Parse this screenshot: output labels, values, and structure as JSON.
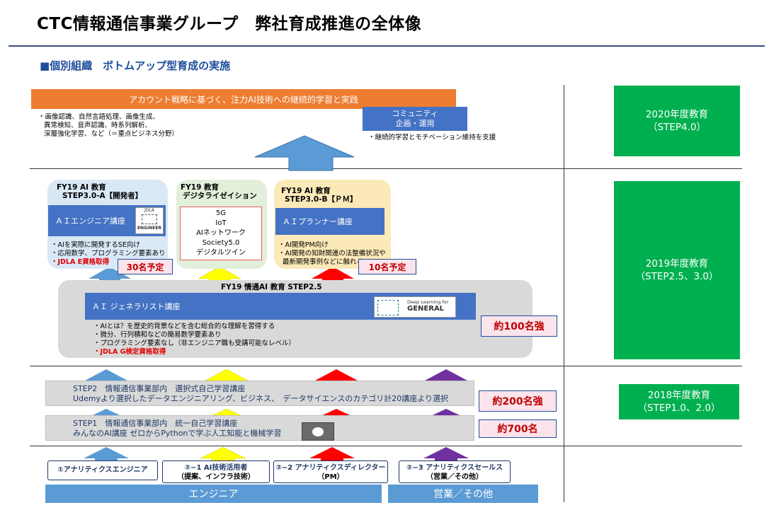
{
  "header": {
    "title": "CTC情報通信事業グループ　弊社育成推進の全体像",
    "subtitle": "■個別組織　ボトムアップ型育成の実施"
  },
  "top": {
    "orange_bar": "アカウント戦略に基づく、注力AI技術への継続的学習と実践",
    "bullets": [
      "・画像認識、自然言語処理、画像生成、",
      "異常検知、音声認識、時系列解析、",
      "深層強化学習、など（＝重点ビジネス分野）"
    ],
    "community_line1": "コミュニティ",
    "community_line2": "企画・運用",
    "community_note": "・継続的学習とモチベーション維持を支援"
  },
  "step3a": {
    "head1": "FY19 AI 教育",
    "head2": "STEP3.0-A【開発者】",
    "course": "ＡＩエンジニア講座",
    "logo_line1": "JDLA",
    "logo_line2": "ENGINEER",
    "bullet1": "・AIを実際に開発するSE向け",
    "bullet2": "・応用数学、プログラミング要素あり",
    "bullet3": "・JDLA E資格取得",
    "count": "30名予定"
  },
  "digital": {
    "head1": "FY19 教育",
    "head2": "デジタライゼイション",
    "items": [
      "5G",
      "IoT",
      "AIネットワーク",
      "Society5.0",
      "デジタルツイン"
    ]
  },
  "step3b": {
    "head1": "FY19 AI 教育",
    "head2": "STEP3.0-B【ＰＭ】",
    "course": "ＡＩプランナー講座",
    "bullet1": "・AI開発PM向け",
    "bullet2": "・AI開発の知財関連の法整備状況や",
    "bullet3": "最新開発事例などに触れる",
    "count": "10名予定"
  },
  "step25": {
    "head": "FY19 情通AI 教育 STEP2.5",
    "course": "ＡＩ ジェネラリスト講座",
    "logo_line1": "Deep Learning for",
    "logo_line2": "GENERAL",
    "bullets": [
      "・AIとは？を歴史的背景などを含む総合的な理解を習得する",
      "・微分、行列積和などの簡易数学要素あり",
      "・プログラミング要素なし（非エンジニア職も受講可能なレベル）"
    ],
    "jdla": "・JDLA G検定資格取得",
    "count": "約100名強"
  },
  "step2": {
    "line1": "STEP2　情報通信事業部内　選択式自己学習講座",
    "line2": "Udemyより選択したデータエンジニアリング、ビジネス、　データサイエンスのカテゴリ計20講座より選択",
    "count": "約200名強"
  },
  "step1": {
    "line1": "STEP1　情報通信事業部内　統一自己学習講座",
    "line2": "みんなのAI講座 ゼロからPythonで学ぶ人工知能と機械学習",
    "count": "約700名"
  },
  "roles": [
    {
      "line1": "①アナリティクスエンジニア",
      "line2": ""
    },
    {
      "line1": "②−1  AI技術活用者",
      "line2": "（提案、インフラ技術）"
    },
    {
      "line1": "②−2  アナリティクスディレクター",
      "line2": "（PM）"
    },
    {
      "line1": "②−3  アナリティクスセールス",
      "line2": "（営業／その他）"
    }
  ],
  "bottom": {
    "engineer": "エンジニア",
    "sales": "営業／その他"
  },
  "education": {
    "y2020_line1": "2020年度教育",
    "y2020_line2": "（STEP4.0）",
    "y2019_line1": "2019年度教育",
    "y2019_line2": "（STEP2.5、3.0）",
    "y2018_line1": "2018年度教育",
    "y2018_line2": "（STEP1.0、2.0）"
  },
  "colors": {
    "orange": "#ed7d31",
    "blue": "#4472c4",
    "green": "#00b050",
    "arrow_blue": "#5b9bd5",
    "arrow_yellow": "#ffff00",
    "arrow_red": "#ff0000",
    "arrow_purple": "#7030a0"
  }
}
